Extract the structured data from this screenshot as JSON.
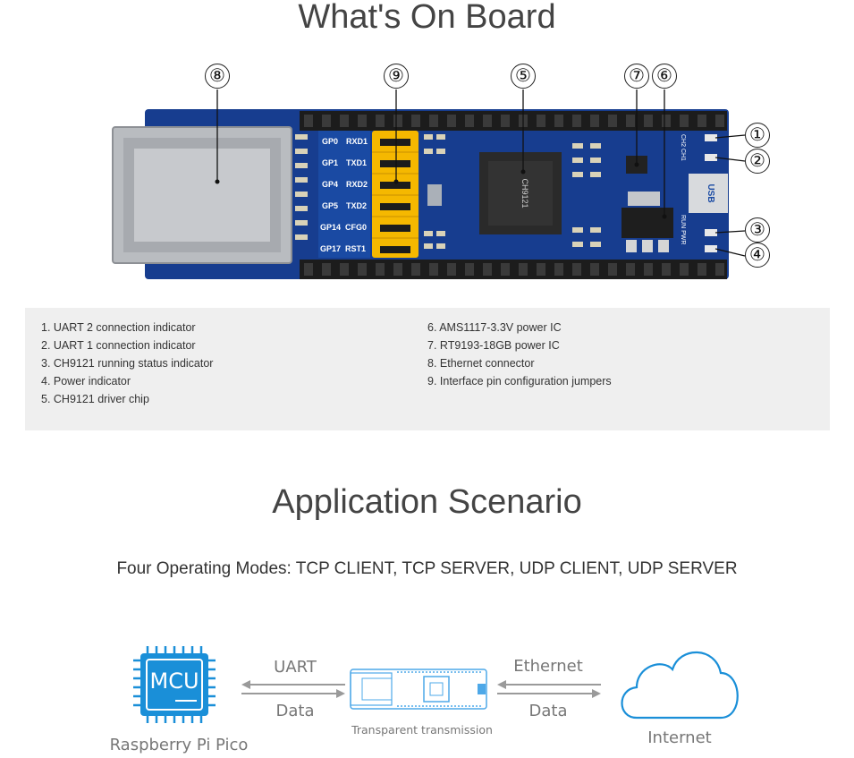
{
  "sections": {
    "onboard_title": "What's On Board",
    "application_title": "Application Scenario"
  },
  "board": {
    "pin_labels_left": [
      "GP0",
      "GP1",
      "GP4",
      "GP5",
      "GP14",
      "GP17"
    ],
    "pin_labels_right": [
      "RXD1",
      "TXD1",
      "RXD2",
      "TXD2",
      "CFG0",
      "RST1"
    ],
    "chip_text": "CH9121",
    "usb_label": "USB",
    "right_labels": [
      "CH2 CH1",
      "RUN PWR"
    ],
    "callouts": [
      "①",
      "②",
      "③",
      "④",
      "⑤",
      "⑥",
      "⑦",
      "⑧",
      "⑨"
    ]
  },
  "legend": {
    "left": [
      "1. UART 2 connection indicator",
      "2. UART 1 connection indicator",
      "3. CH9121 running status indicator",
      "4. Power indicator",
      "5. CH9121 driver chip"
    ],
    "right": [
      "6. AMS1117-3.3V power IC",
      "7. RT9193-18GB power IC",
      "8. Ethernet connector",
      "9. Interface pin configuration jumpers"
    ]
  },
  "modes_text": "Four Operating Modes: TCP CLIENT, TCP SERVER, UDP CLIENT, UDP SERVER",
  "diagram": {
    "mcu_label": "MCU",
    "mcu_caption": "Raspberry Pi Pico",
    "uart_label": "UART",
    "data_left": "Data",
    "module_caption": "Transparent transmission",
    "ethernet_label": "Ethernet",
    "data_right": "Data",
    "cloud_caption": "Internet"
  },
  "colors": {
    "accent_blue": "#1a8fd8",
    "board_blue": "#173d8f",
    "jumper_yellow": "#f5b800",
    "arrow_gray": "#9a9a9a"
  }
}
